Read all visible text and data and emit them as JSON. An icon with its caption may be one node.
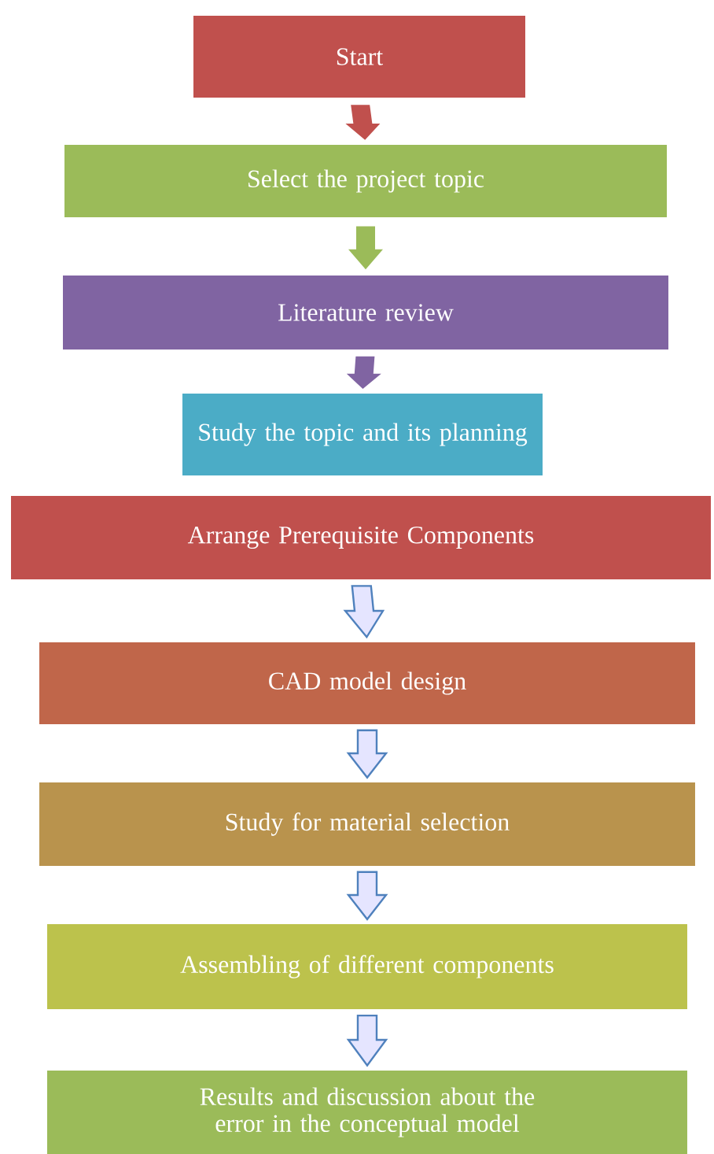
{
  "diagram": {
    "nodes": [
      {
        "text": [
          "Start"
        ]
      },
      {
        "text": [
          "Select the project topic"
        ]
      },
      {
        "text": [
          "Literature review"
        ]
      },
      {
        "text": [
          "Study the topic and its planning"
        ]
      },
      {
        "text": [
          "Arrange Prerequisite Components"
        ]
      },
      {
        "text": [
          "CAD model design"
        ]
      },
      {
        "text": [
          "Study for material selection"
        ]
      },
      {
        "text": [
          "Assembling of different components"
        ]
      },
      {
        "text": [
          "Results and discussion about the error in the conceptual model"
        ]
      }
    ],
    "edges": [
      {
        "from": 0,
        "to": 1,
        "arrow": "to",
        "color": "#c0504d"
      },
      {
        "from": 1,
        "to": 2,
        "arrow": "to",
        "color": "#9bbb59"
      },
      {
        "from": 2,
        "to": 3,
        "arrow": "to",
        "color": "#8064a2"
      },
      {
        "from": 4,
        "to": 5,
        "arrow": "to"
      },
      {
        "from": 5,
        "to": 6,
        "arrow": "to"
      },
      {
        "from": 6,
        "to": 7,
        "arrow": "to"
      },
      {
        "from": 7,
        "to": 8,
        "arrow": "to"
      }
    ]
  }
}
